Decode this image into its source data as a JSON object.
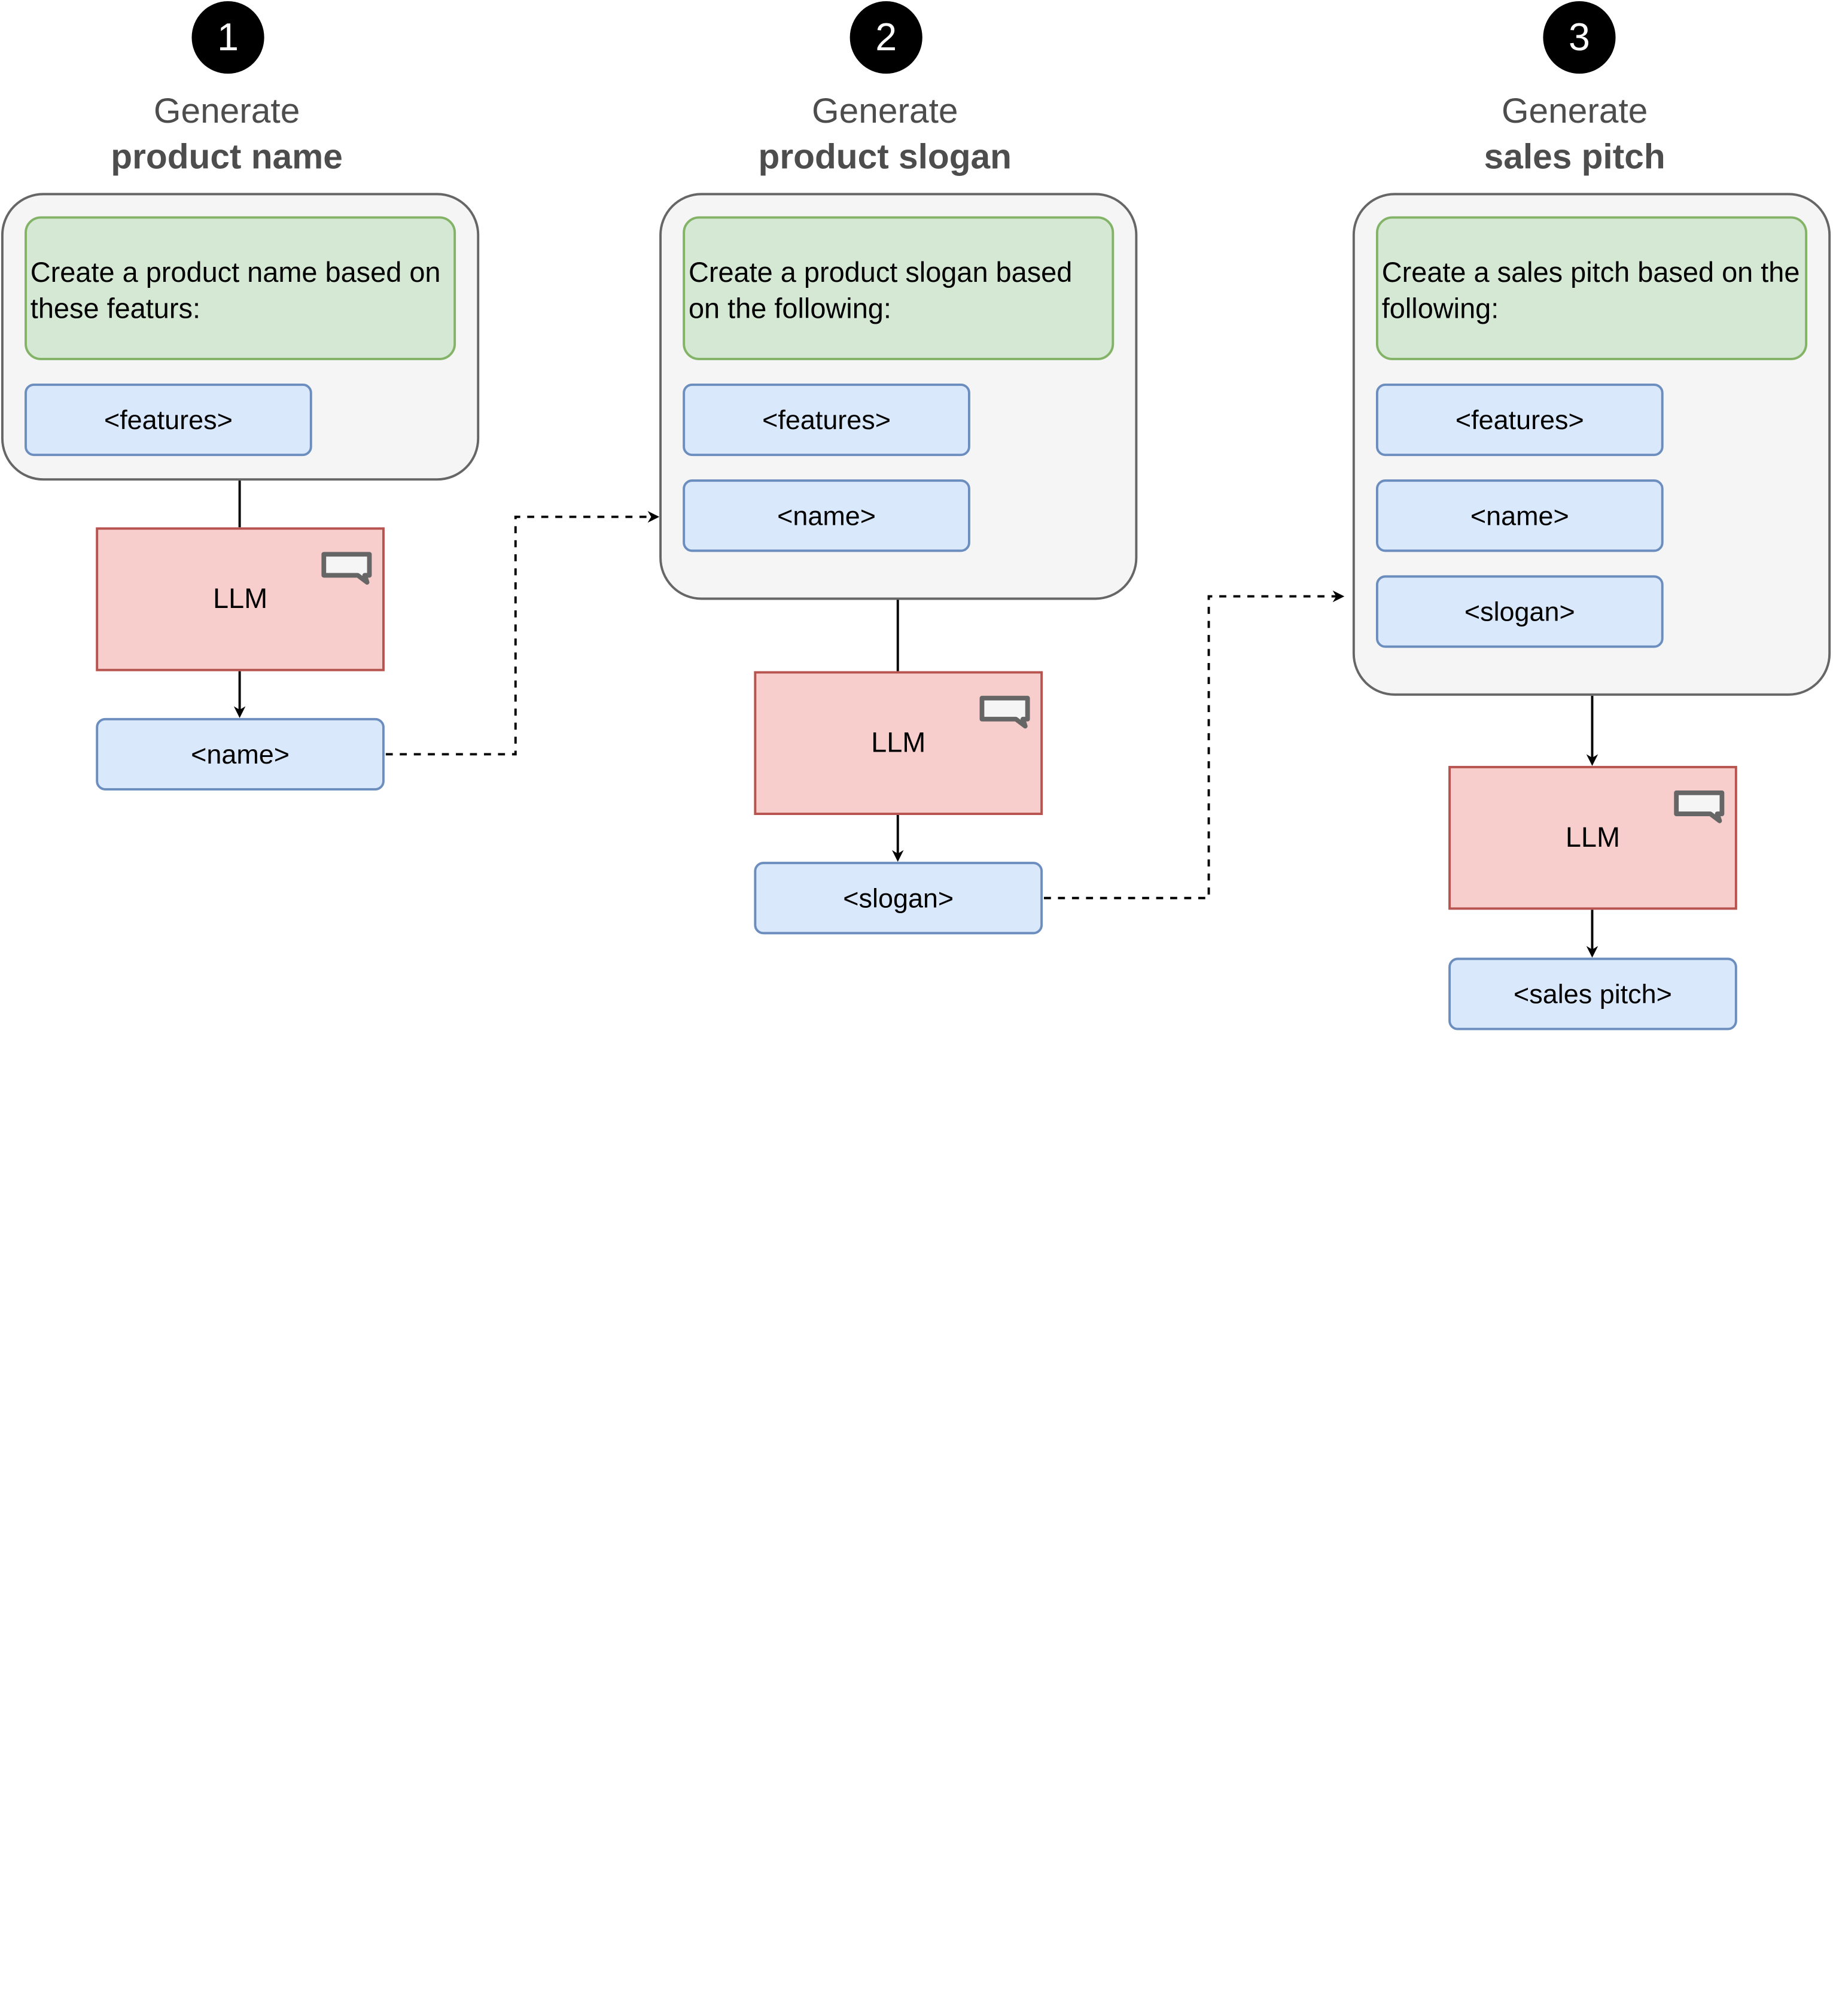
{
  "steps": [
    {
      "number": "1",
      "title_line1": "Generate",
      "title_line2": "product name",
      "prompt_text": "Create a product name based on these featurs:",
      "inputs": [
        "<features>"
      ],
      "model_label": "LLM",
      "output": "<name>"
    },
    {
      "number": "2",
      "title_line1": "Generate",
      "title_line2": "product slogan",
      "prompt_text": "Create a product slogan based on the following:",
      "inputs": [
        "<features>",
        "<name>"
      ],
      "model_label": "LLM",
      "output": "<slogan>"
    },
    {
      "number": "3",
      "title_line1": "Generate",
      "title_line2": "sales pitch",
      "prompt_text": "Create a sales pitch based on the following:",
      "inputs": [
        "<features>",
        "<name>",
        "<slogan>"
      ],
      "model_label": "LLM",
      "output": "<sales pitch>"
    }
  ],
  "icons": {
    "model": "chat-bubble-icon"
  },
  "colors": {
    "step_badge": "#000000",
    "title_text": "#4d4d4d",
    "panel_fill": "#f5f5f5",
    "panel_stroke": "#666666",
    "prompt_fill": "#d5e8d4",
    "prompt_stroke": "#82b366",
    "variable_fill": "#dae8fc",
    "variable_stroke": "#6c8ebf",
    "llm_fill": "#f8cecc",
    "llm_stroke": "#b85450",
    "connector": "#000000"
  }
}
